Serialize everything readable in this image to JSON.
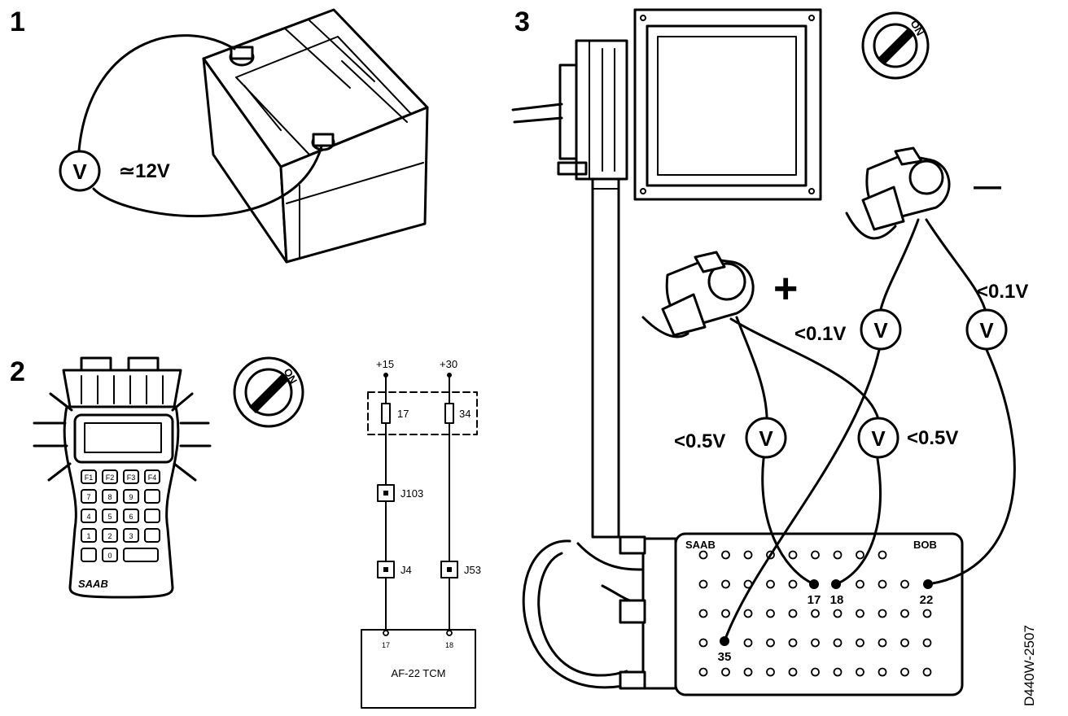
{
  "steps": [
    "1",
    "2",
    "3"
  ],
  "battery": {
    "reading": "≃12V"
  },
  "meter_symbol": "V",
  "key_label": "ON",
  "scan_tool": {
    "brand": "SAAB",
    "keys": [
      "F1",
      "F2",
      "F3",
      "F4",
      "7",
      "8",
      "9",
      "",
      "4",
      "5",
      "6",
      "",
      "1",
      "2",
      "3",
      "",
      "",
      "0",
      ""
    ]
  },
  "schematic": {
    "supply_left": "+15",
    "supply_right": "+30",
    "fuse_left": "17",
    "fuse_right": "34",
    "connectors": [
      "J103",
      "J4",
      "J53"
    ],
    "tcm_label": "AF-22 TCM",
    "tcm_pin_left": "17",
    "tcm_pin_right": "18"
  },
  "polarity": {
    "plus": "+",
    "minus": "—"
  },
  "readings": {
    "neg_left": "<0.1V",
    "neg_right": "<0.1V",
    "pos_left": "<0.5V",
    "pos_right": "<0.5V"
  },
  "bob": {
    "brand": "SAAB",
    "name": "BOB",
    "pins": [
      "17",
      "18",
      "22",
      "35"
    ]
  },
  "figure_code": "D440W-2507"
}
